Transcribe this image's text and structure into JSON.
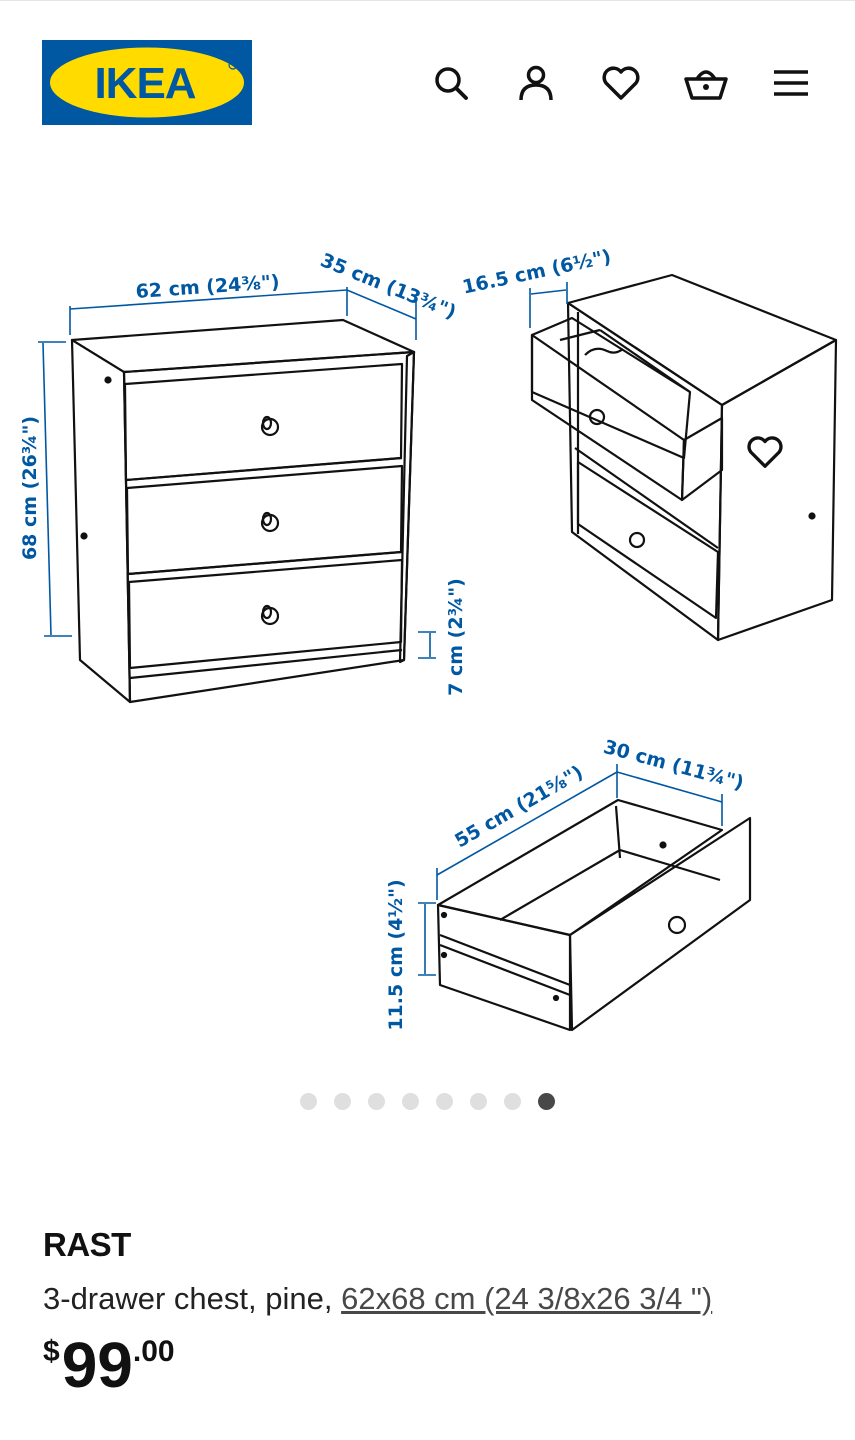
{
  "header": {
    "logo_text": "IKEA",
    "icons": [
      "search-icon",
      "account-icon",
      "favourites-icon",
      "cart-icon",
      "menu-icon"
    ]
  },
  "gallery": {
    "dimensions": {
      "width": "62 cm (24⅜\")",
      "depth": "35 cm (13¾\")",
      "height": "68 cm (26¾\")",
      "leg_height": "7 cm (2¾\")",
      "drawer_open": "16.5 cm (6½\")",
      "drawer_width": "55 cm (21⅝\")",
      "drawer_depth": "30 cm (11¾\")",
      "drawer_height": "11.5 cm (4½\")"
    },
    "dot_count": 8,
    "active_dot": 8
  },
  "product": {
    "name": "RAST",
    "description": "3-drawer chest, pine, ",
    "size_link": "62x68 cm (24 3/8x26 3/4 \")",
    "price_currency": "$",
    "price_int": "99",
    "price_dec": ".00"
  },
  "colors": {
    "ikea_blue": "#0058a3",
    "ikea_yellow": "#ffdb00",
    "dimension_blue": "#0058a3",
    "active_dot": "#484848",
    "inactive_dot": "#dfdfdf"
  }
}
